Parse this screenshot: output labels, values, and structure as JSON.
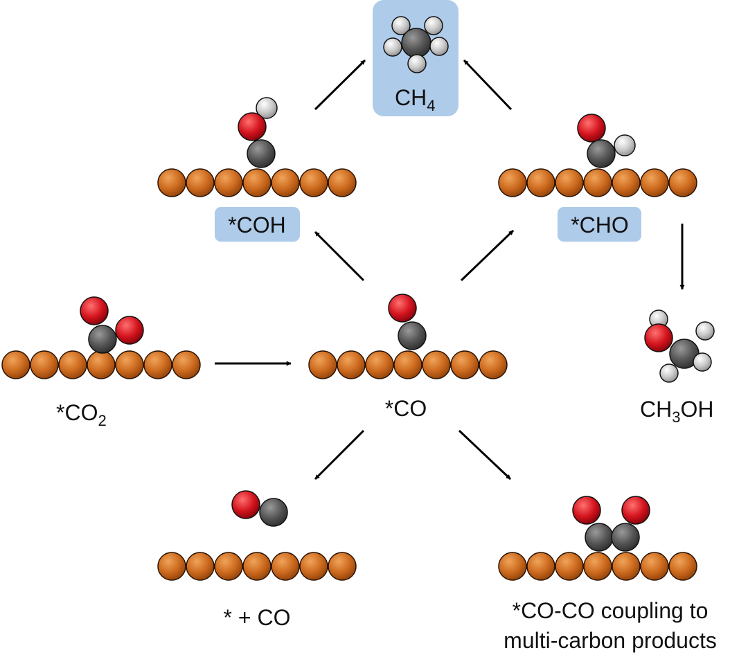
{
  "colors": {
    "copper": "#c8651a",
    "carbon": "#555555",
    "oxygen": "#d4141e",
    "hydrogen": "#c8c8c8",
    "highlight_box": "#aecbea",
    "arrow": "#000000"
  },
  "labels": {
    "co2": {
      "main": "*CO",
      "sub": "2"
    },
    "co": "*CO",
    "coh": "*COH",
    "cho": "*CHO",
    "ch4": {
      "main": "CH",
      "sub": "4"
    },
    "ch3oh": {
      "main": "CH",
      "sub": "3",
      "tail": "OH"
    },
    "desorb": "* + CO",
    "coupling_line1": "*CO-CO coupling to",
    "coupling_line2": "multi-carbon products"
  }
}
